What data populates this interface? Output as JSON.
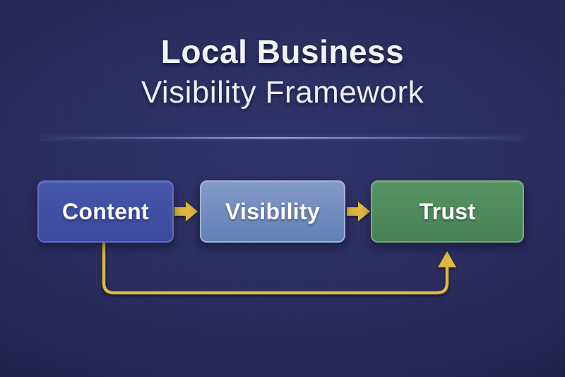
{
  "title": {
    "line1": "Local Business",
    "line2": "Visibility Framework"
  },
  "diagram": {
    "nodes": [
      {
        "id": "content",
        "label": "Content",
        "fill_top": "#4757a9",
        "fill_bottom": "#3a499b",
        "border": "#5d6dc0"
      },
      {
        "id": "visibility",
        "label": "Visibility",
        "fill_top": "#8399c7",
        "fill_bottom": "#6280b5",
        "border": "#a0b2d6"
      },
      {
        "id": "trust",
        "label": "Trust",
        "fill_top": "#579360",
        "fill_bottom": "#478156",
        "border": "#7aa884"
      }
    ],
    "connections": [
      {
        "from": "content",
        "to": "visibility",
        "type": "block-arrow"
      },
      {
        "from": "visibility",
        "to": "trust",
        "type": "block-arrow"
      },
      {
        "from": "content",
        "to": "trust",
        "type": "feedback-loop"
      }
    ],
    "arrow_color": "#ddb83d"
  },
  "colors": {
    "background_center": "#30336a",
    "background_edge": "#141634",
    "title_text": "#f2f3f7",
    "divider_glow": "#afc1f0",
    "node_label_text": "#ffffff"
  }
}
